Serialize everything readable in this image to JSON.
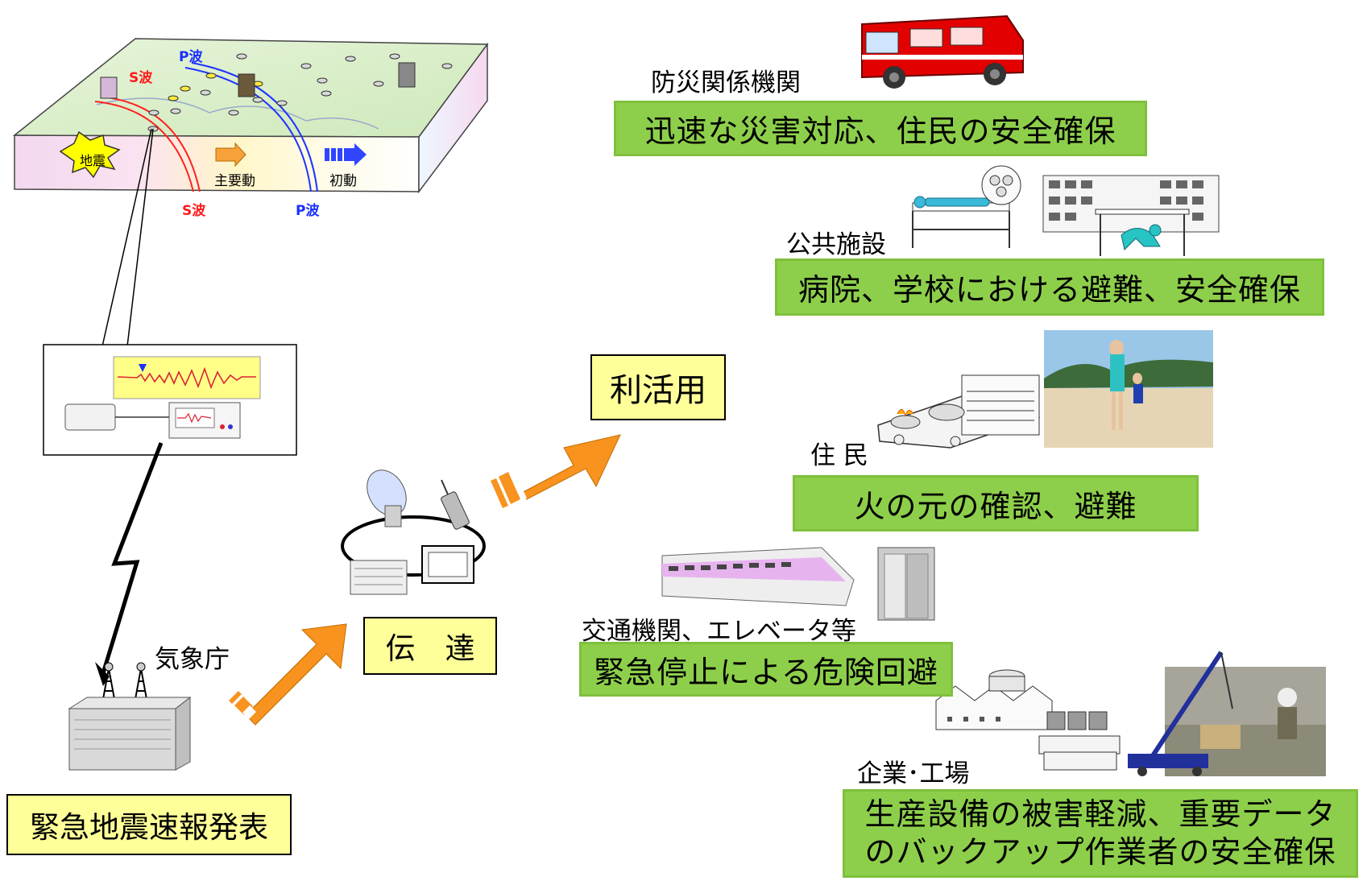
{
  "ground_model": {
    "p_wave_top": "P波",
    "s_wave_top": "S波",
    "earthquake_burst": "地震",
    "main_motion": "主要動",
    "initial_motion": "初動",
    "s_wave_bottom": "S波",
    "p_wave_bottom": "P波"
  },
  "jma": {
    "label": "気象庁",
    "release_box": "緊急地震速報発表"
  },
  "transmission_box": "伝　達",
  "utilization_box": "利活用",
  "users": [
    {
      "category": "防災関係機関",
      "action": "迅速な災害対応、住民の安全確保"
    },
    {
      "category": "公共施設",
      "action": "病院、学校における避難、安全確保"
    },
    {
      "category": "住 民",
      "action": "火の元の確認、避難"
    },
    {
      "category": "交通機関、エレベータ等",
      "action": "緊急停止による危険回避"
    },
    {
      "category": "企業･工場",
      "action_line1": "生産設備の被害軽減、重要データ",
      "action_line2": "のバックアップ作業者の安全確保"
    }
  ],
  "colors": {
    "green_box": "#8dcf4b",
    "yellow_box": "#ffff99",
    "arrow_orange": "#f7931e",
    "s_wave": "#ff0000",
    "p_wave": "#0000ff"
  }
}
